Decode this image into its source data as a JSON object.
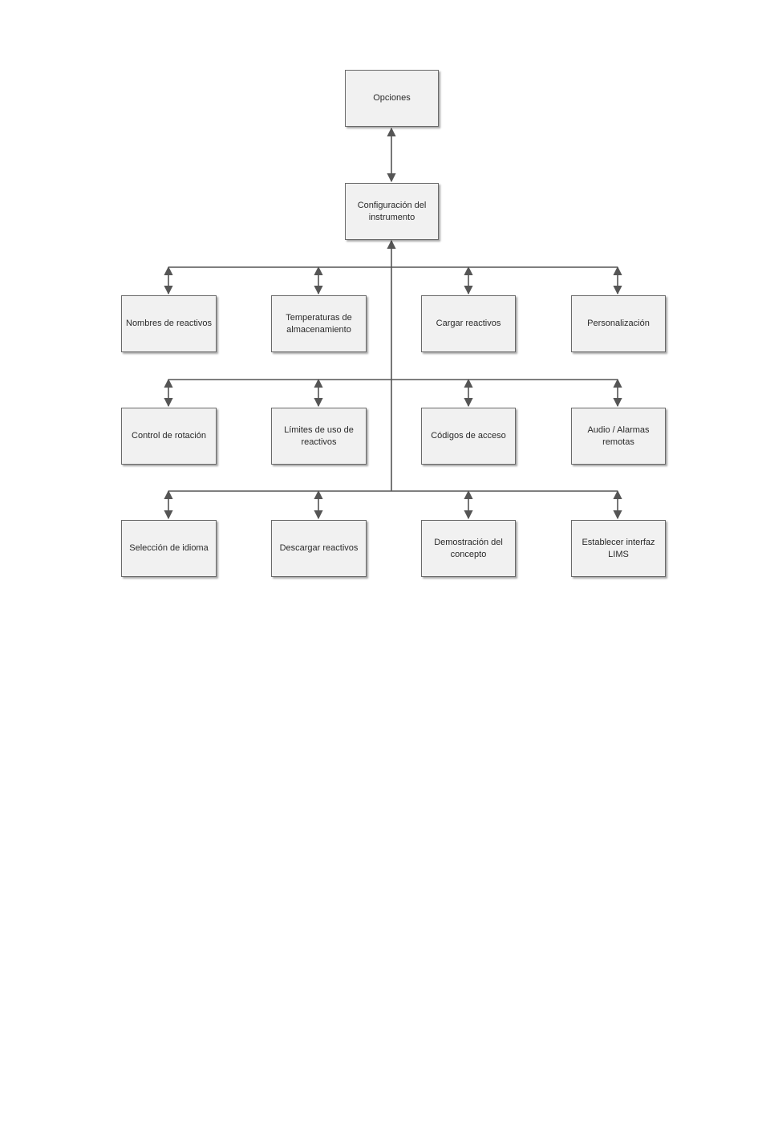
{
  "colors": {
    "line": "#555555",
    "node_fill": "#f1f1f1",
    "node_border": "#6a6a6a",
    "text": "#2a2a2a"
  },
  "nodes": {
    "opciones": "Opciones",
    "configuracion": "Configuración del instrumento",
    "nombres_reactivos": "Nombres de reactivos",
    "temperaturas": "Temperaturas de almacenamiento",
    "cargar_reactivos": "Cargar reactivos",
    "personalizacion": "Personalización",
    "control_rotacion": "Control de rotación",
    "limites_uso": "Límites de uso de reactivos",
    "codigos_acceso": "Códigos de acceso",
    "audio_alarmas": "Audio / Alarmas remotas",
    "seleccion_idioma": "Selección de idioma",
    "descargar_reactivos": "Descargar reactivos",
    "demostracion": "Demostración del concepto",
    "interfaz_lims": "Establecer interfaz LIMS"
  }
}
